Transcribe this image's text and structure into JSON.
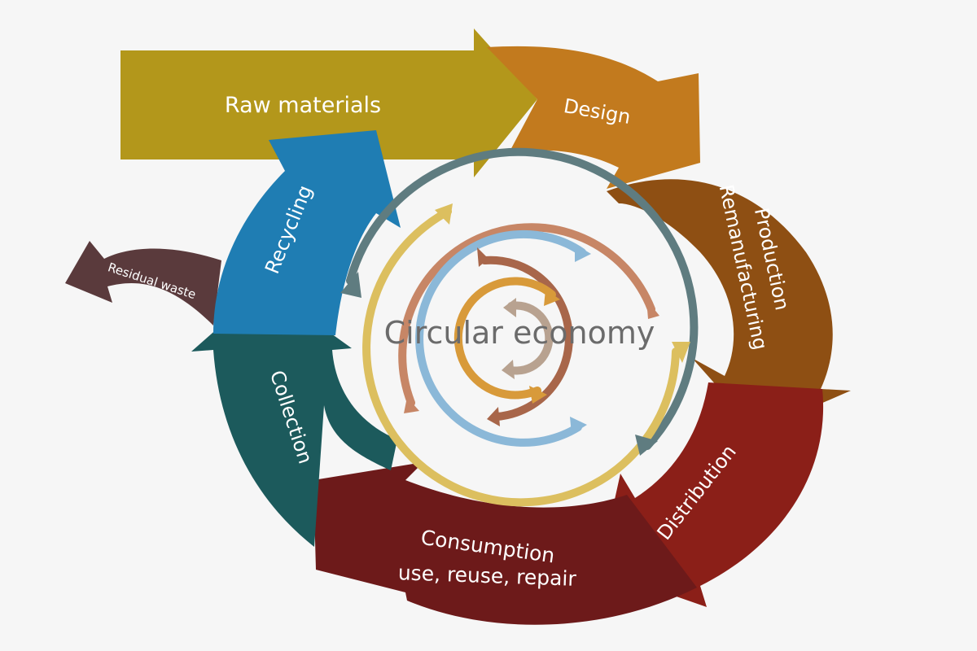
{
  "diagram": {
    "title": "Circular economy",
    "stages": {
      "raw_materials": "Raw materials",
      "design": "Design",
      "production_line1": "Production",
      "production_line2": "Remanufacturing",
      "distribution": "Distribution",
      "consumption_line1": "Consumption",
      "consumption_line2": "use, reuse, repair",
      "collection": "Collection",
      "recycling": "Recycling",
      "residual_waste": "Residual waste"
    },
    "colors": {
      "raw_materials": "#b3971b",
      "design": "#c27a1e",
      "production": "#8e4f13",
      "distribution": "#8b1f18",
      "consumption": "#6d1a1a",
      "collection": "#1c5a5c",
      "recycling": "#1f7db3",
      "residual_waste": "#5a3a3c",
      "inner_rings": [
        "#5f7c80",
        "#dcbf5f",
        "#c78666",
        "#8bb8d8",
        "#a8664a",
        "#d89a3a",
        "#b8a290"
      ]
    }
  }
}
